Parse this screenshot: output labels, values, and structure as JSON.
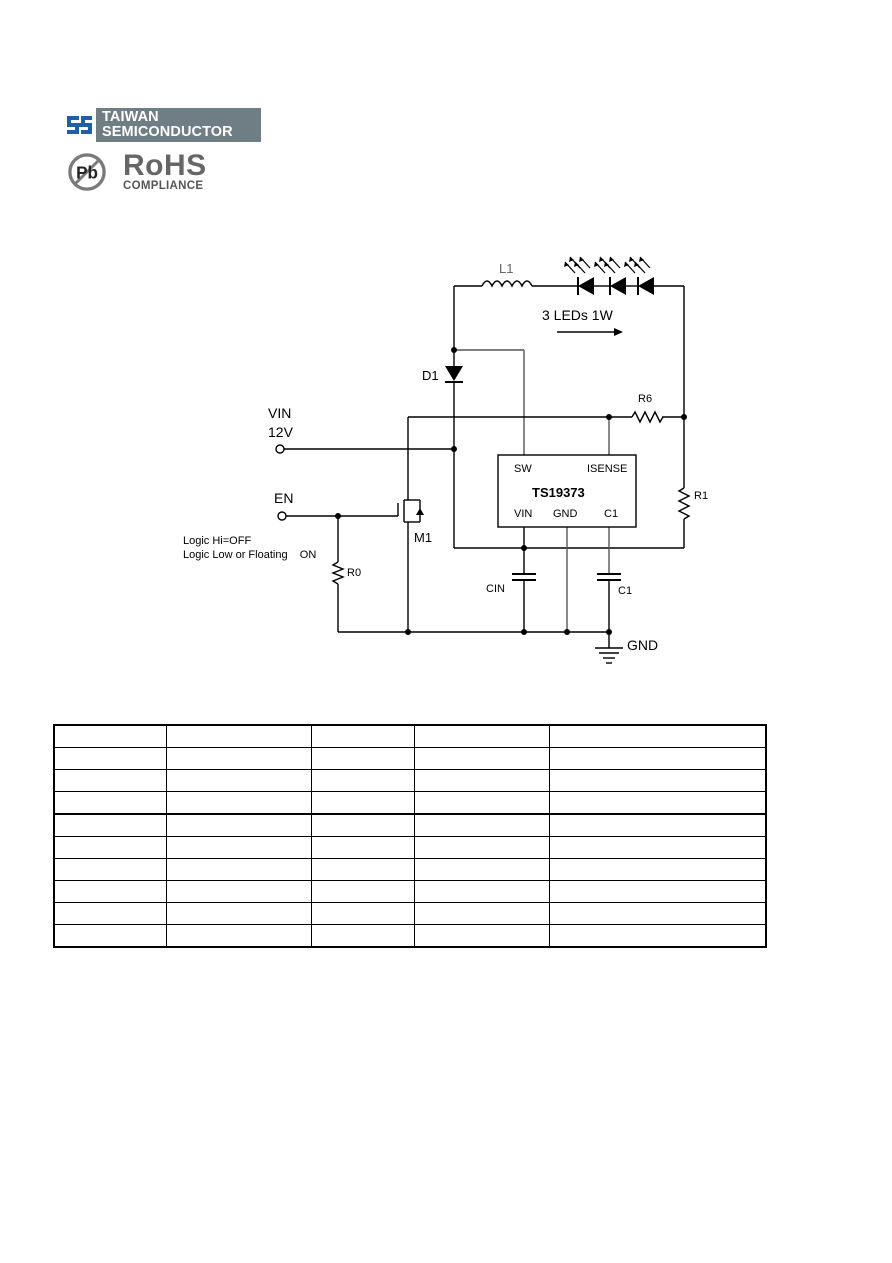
{
  "header": {
    "brand_line1": "TAIWAN",
    "brand_line2": "SEMICONDUCTOR",
    "rohs_title": "RoHS",
    "rohs_sub": "COMPLIANCE",
    "pb_symbol": "Pb",
    "brand_color": "#1f5fa8",
    "banner_color": "#6f7d84"
  },
  "schematic": {
    "inductor": "L1",
    "led_caption": "3 LEDs 1W",
    "diode": "D1",
    "vin_label": "VIN",
    "vin_voltage": "12V",
    "en_label": "EN",
    "logic_high": "Logic Hi=OFF",
    "logic_low": "Logic Low or Floating    ON",
    "mosfet": "M1",
    "r0": "R0",
    "r6": "R6",
    "r1": "R1",
    "chip_name": "TS19373",
    "pin_sw": "SW",
    "pin_isense": "ISENSE",
    "pin_vin": "VIN",
    "pin_gnd": "GND",
    "pin_c1": "C1",
    "cin": "CIN",
    "c1": "C1",
    "gnd": "GND"
  },
  "table": {
    "columns": 5,
    "rows": [
      [
        "",
        "",
        "",
        "",
        ""
      ],
      [
        "",
        "",
        "",
        "",
        ""
      ],
      [
        "",
        "",
        "",
        "",
        ""
      ],
      [
        "",
        "",
        "",
        "",
        ""
      ],
      [
        "",
        "",
        "",
        "",
        ""
      ],
      [
        "",
        "",
        "",
        "",
        ""
      ],
      [
        "",
        "",
        "",
        "",
        ""
      ],
      [
        "",
        "",
        "",
        "",
        ""
      ],
      [
        "",
        "",
        "",
        "",
        ""
      ],
      [
        "",
        "",
        "",
        "",
        ""
      ]
    ]
  }
}
